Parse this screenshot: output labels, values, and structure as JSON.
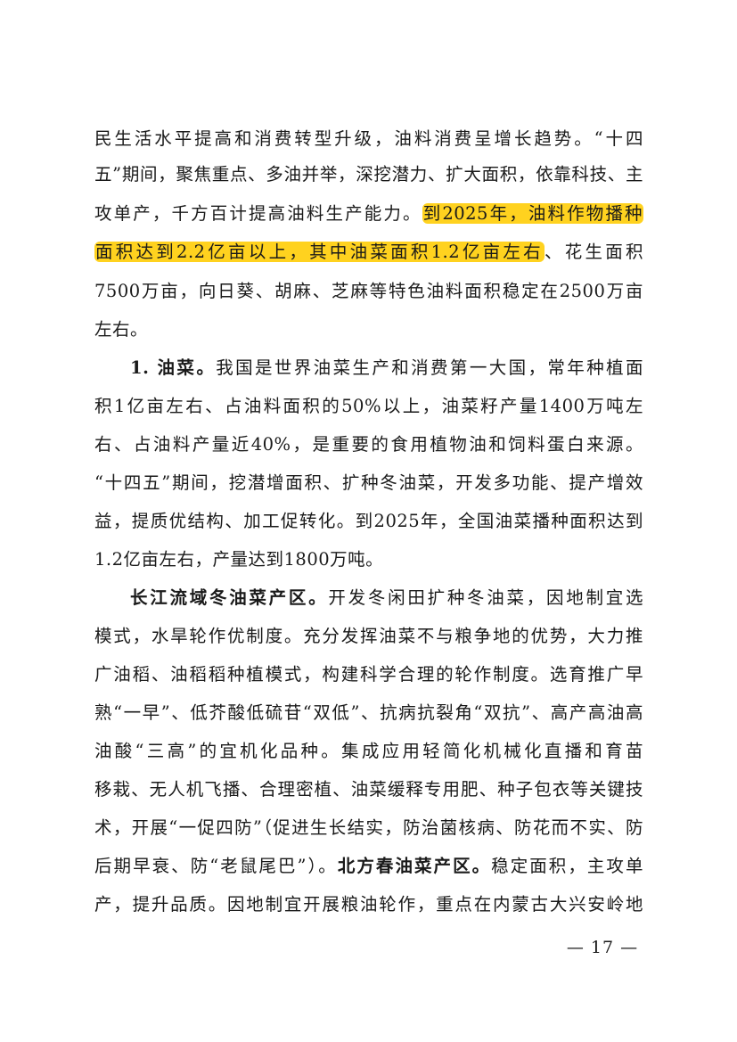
{
  "lines": [
    {
      "text": "民生活水平提高和消费转型升级，油料消费呈增长趋势。“十四"
    },
    {
      "text": "五”期间，聚焦重点、多油并举，深挖潜力、扩大面积，依靠科技、主"
    },
    {
      "pre": "攻单产，千方百计提高油料生产能力。",
      "hl": "到2025年，油料作物播种"
    },
    {
      "hl": "面积达到2.2亿亩以上，其中油菜面积1.2亿亩左右",
      "post": "、花生面积"
    },
    {
      "text": "7500万亩，向日葵、胡麻、芝麻等特色油料面积稳定在2500万亩"
    },
    {
      "text": "左右。"
    },
    {
      "bold": "1. 油菜。",
      "post": "我国是世界油菜生产和消费第一大国，常年种植面"
    },
    {
      "text": "积1亿亩左右、占油料面积的50%以上，油菜籽产量1400万吨左"
    },
    {
      "text": "右、占油料产量近40%，是重要的食用植物油和饲料蛋白来源。"
    },
    {
      "text": "“十四五”期间，挖潜增面积、扩种冬油菜，开发多功能、提产增效"
    },
    {
      "text": "益，提质优结构、加工促转化。到2025年，全国油菜播种面积达到"
    },
    {
      "text": "1.2亿亩左右，产量达到1800万吨。"
    },
    {
      "bold": "长江流域冬油菜产区。",
      "post": "开发冬闲田扩种冬油菜，因地制宜选"
    },
    {
      "text": "模式，水旱轮作优制度。充分发挥油菜不与粮争地的优势，大力推"
    },
    {
      "text": "广油稻、油稻稻种植模式，构建科学合理的轮作制度。选育推广早"
    },
    {
      "text": "熟“一早”、低芥酸低硫苷“双低”、抗病抗裂角“双抗”、高产高油高"
    },
    {
      "text": "油酸“三高”的宜机化品种。集成应用轻简化机械化直播和育苗"
    },
    {
      "text": "移栽、无人机飞播、合理密植、油菜缓释专用肥、种子包衣等关键技"
    },
    {
      "text": "术，开展“一促四防”（促进生长结实，防治菌核病、防花而不实、防"
    },
    {
      "pre": "后期早衰、防“老鼠尾巴”）。",
      "bold": "北方春油菜产区。",
      "post": "稳定面积，主攻单"
    },
    {
      "text": "产，提升品质。因地制宜开展粮油轮作，重点在内蒙古大兴安岭地"
    }
  ],
  "page_number": "— 17 —",
  "colors": {
    "highlight": "#ffd21f",
    "text": "#1a1a1a"
  }
}
